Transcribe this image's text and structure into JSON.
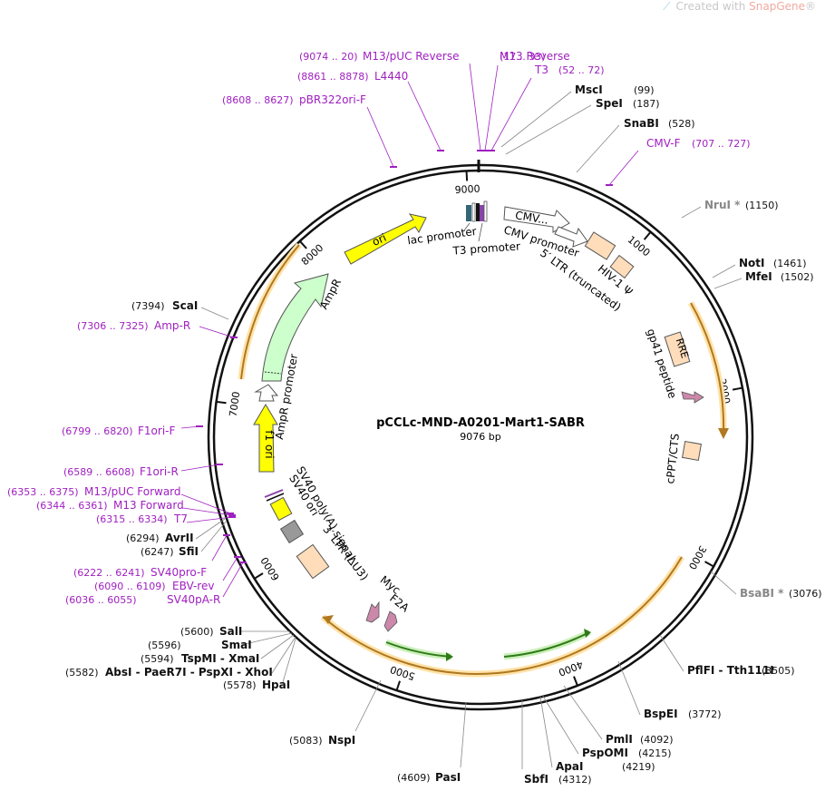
{
  "branding": {
    "prefix": "Created with",
    "name": "SnapGene",
    "mark": "®",
    "leaf_icon": "snapgene-leaf-icon"
  },
  "plasmid": {
    "name": "pCCLc-MND-A0201-Mart1-SABR",
    "size_label": "9076 bp",
    "length": 9076
  },
  "colors": {
    "backbone": "#111111",
    "enzyme_label": "#111111",
    "enzyme_number": "#111111",
    "nonunique_enzyme": "#888888",
    "primer": "#a020c0",
    "ori": "#ffff00",
    "ampr": "#ccffcc",
    "ltr": "#ffddbb",
    "gene_orange": "#f0a830",
    "gene_green": "#66cc44",
    "tick_text": "#111111"
  },
  "ticks": [
    {
      "label": "1000",
      "pos": 1000
    },
    {
      "label": "2000",
      "pos": 2000
    },
    {
      "label": "3000",
      "pos": 3000
    },
    {
      "label": "4000",
      "pos": 4000
    },
    {
      "label": "5000",
      "pos": 5000
    },
    {
      "label": "6000",
      "pos": 6000
    },
    {
      "label": "7000",
      "pos": 7000
    },
    {
      "label": "8000",
      "pos": 8000
    },
    {
      "label": "9000",
      "pos": 9000
    }
  ],
  "enzymes": [
    {
      "name": "MscI",
      "pos_text": "(99)"
    },
    {
      "name": "SpeI",
      "pos_text": "(187)"
    },
    {
      "name": "SnaBI",
      "pos_text": "(528)"
    },
    {
      "name": "NruI *",
      "pos_text": "(1150)",
      "nonunique": true
    },
    {
      "name": "NotI",
      "pos_text": "(1461)"
    },
    {
      "name": "MfeI",
      "pos_text": "(1502)"
    },
    {
      "name": "BsaBI *",
      "pos_text": "(3076)",
      "nonunique": true
    },
    {
      "name": "PflFI - Tth111I",
      "pos_text": "(3505)"
    },
    {
      "name": "BspEI",
      "pos_text": "(3772)"
    },
    {
      "name": "PmlI",
      "pos_text": "(4092)"
    },
    {
      "name": "PspOMI",
      "pos_text": "(4215)"
    },
    {
      "name": "ApaI",
      "pos_text": "(4219)"
    },
    {
      "name": "SbfI",
      "pos_text": "(4312)"
    },
    {
      "name": "PasI",
      "pos_text": "(4609)"
    },
    {
      "name": "NspI",
      "pos_text": "(5083)"
    },
    {
      "name": "HpaI",
      "pos_text": "(5578)"
    },
    {
      "name": "AbsI - PaeR7I - PspXI - XhoI",
      "pos_text": "(5582)"
    },
    {
      "name": "TspMI - XmaI",
      "pos_text": "(5594)"
    },
    {
      "name": "SmaI",
      "pos_text": "(5596)"
    },
    {
      "name": "SalI",
      "pos_text": "(5600)"
    },
    {
      "name": "SfiI",
      "pos_text": "(6247)"
    },
    {
      "name": "AvrII",
      "pos_text": "(6294)"
    },
    {
      "name": "ScaI",
      "pos_text": "(7394)"
    }
  ],
  "primers": [
    {
      "name": "M13/pUC Reverse",
      "range": "(9074 .. 20)"
    },
    {
      "name": "L4440",
      "range": "(8861 .. 8878)"
    },
    {
      "name": "pBR322ori-F",
      "range": "(8608 .. 8627)"
    },
    {
      "name": "M13 Reverse",
      "range": "(17 .. 33)"
    },
    {
      "name": "T3",
      "range": "(52 .. 72)"
    },
    {
      "name": "CMV-F",
      "range": "(707 .. 727)"
    },
    {
      "name": "Amp-R",
      "range": "(7306 .. 7325)"
    },
    {
      "name": "F1ori-F",
      "range": "(6799 .. 6820)"
    },
    {
      "name": "F1ori-R",
      "range": "(6589 .. 6608)"
    },
    {
      "name": "M13/pUC Forward",
      "range": "(6353 .. 6375)"
    },
    {
      "name": "M13 Forward",
      "range": "(6344 .. 6361)"
    },
    {
      "name": "T7",
      "range": "(6315 .. 6334)"
    },
    {
      "name": "SV40pro-F",
      "range": "(6222 .. 6241)"
    },
    {
      "name": "EBV-rev",
      "range": "(6090 .. 6109)"
    },
    {
      "name": "SV40pA-R",
      "range": "(6036 .. 6055)"
    }
  ],
  "features": {
    "ori": "ori",
    "f1_ori": "f1 ori",
    "ampr": "AmpR",
    "ampr_promoter": "AmpR promoter",
    "lac_promoter": "lac promoter",
    "t3_promoter": "T3 promoter",
    "cmv_enhancer": "CMV...",
    "cmv_promoter": "CMV promoter",
    "ltr5": "5′ LTR (truncated)",
    "hiv_psi": "HIV-1 Ψ",
    "rre": "RRE",
    "gp41": "gp41 peptide",
    "cppt": "cPPT/CTS",
    "sv40_polya": "SV40 poly(A) signal",
    "sv40_ori": "SV40 ori",
    "ltr3": "3′ LTR (ΔU3)",
    "myc": "Myc",
    "f2a": "F2A"
  }
}
